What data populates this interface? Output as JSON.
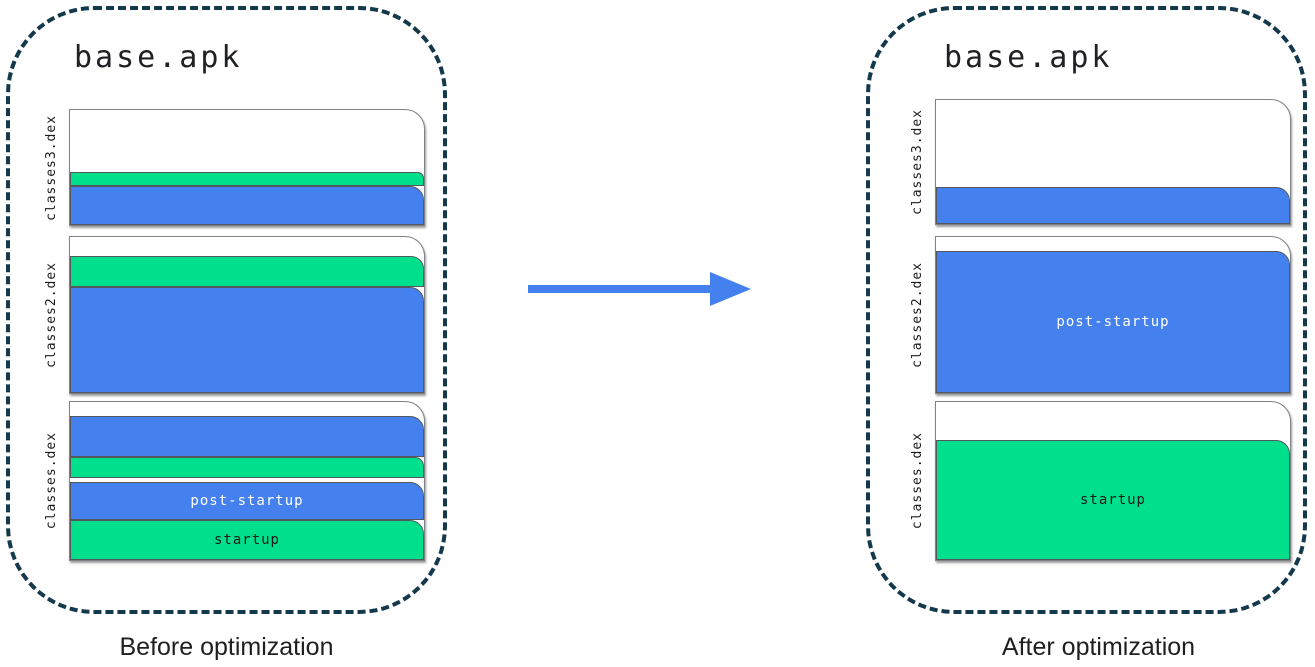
{
  "colors": {
    "blue": "#4480ee",
    "green": "#00df8c",
    "panel_border": "#14384c",
    "arrow": "#4480ee"
  },
  "diagram": {
    "before": {
      "title": "base.apk",
      "caption": "Before optimization",
      "files": [
        {
          "name": "classes3.dex",
          "height": 117,
          "segments": [
            {
              "color": "white",
              "h": 62
            },
            {
              "color": "green",
              "h": 14
            },
            {
              "color": "blue",
              "h": 39
            }
          ]
        },
        {
          "name": "classes2.dex",
          "height": 158,
          "segments": [
            {
              "color": "white",
              "h": 19
            },
            {
              "color": "green",
              "h": 31
            },
            {
              "color": "blue",
              "h": 106
            }
          ]
        },
        {
          "name": "classes.dex",
          "height": 160,
          "segments": [
            {
              "color": "white",
              "h": 14
            },
            {
              "color": "blue",
              "h": 41
            },
            {
              "color": "green",
              "h": 21
            },
            {
              "color": "white",
              "h": 4
            },
            {
              "color": "blue",
              "h": 38,
              "label": "post-startup"
            },
            {
              "color": "green",
              "h": 40,
              "label": "startup"
            }
          ]
        }
      ]
    },
    "after": {
      "title": "base.apk",
      "caption": "After optimization",
      "files": [
        {
          "name": "classes3.dex",
          "height": 126,
          "segments": [
            {
              "color": "white",
              "h": 87
            },
            {
              "color": "blue",
              "h": 37
            }
          ]
        },
        {
          "name": "classes2.dex",
          "height": 158,
          "segments": [
            {
              "color": "white",
              "h": 14
            },
            {
              "color": "blue",
              "h": 142,
              "label": "post-startup"
            }
          ]
        },
        {
          "name": "classes.dex",
          "height": 160,
          "segments": [
            {
              "color": "white",
              "h": 38
            },
            {
              "color": "green",
              "h": 120,
              "label": "startup"
            }
          ]
        }
      ]
    }
  }
}
